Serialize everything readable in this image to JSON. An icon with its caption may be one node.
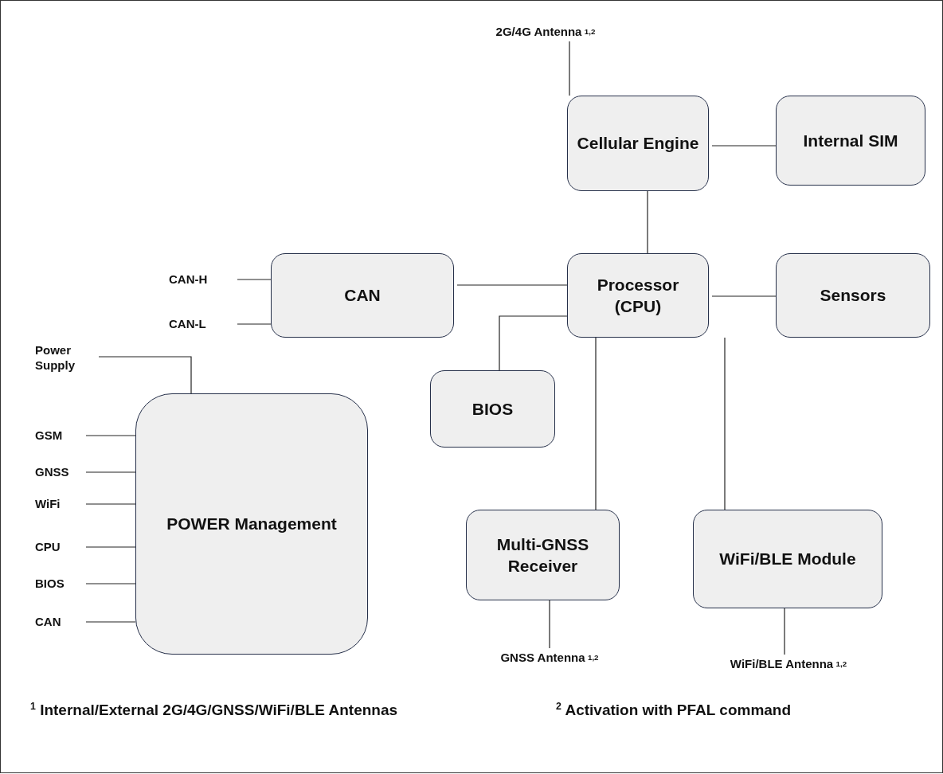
{
  "diagram": {
    "nodes": [
      {
        "text": [
          "2G/4G Antenna $^{1,2}$"
        ]
      },
      {
        "text": [
          "Cellular Engine"
        ]
      },
      {
        "text": [
          "Internal SIM"
        ]
      },
      {
        "text": [
          "CAN-H"
        ]
      },
      {
        "text": [
          "CAN-L"
        ]
      },
      {
        "text": [
          "CAN"
        ]
      },
      {
        "text": [
          "Processor (CPU)"
        ]
      },
      {
        "text": [
          "Sensors"
        ]
      },
      {
        "text": [
          "BIOS"
        ]
      },
      {
        "text": [
          "Power Supply"
        ]
      },
      {
        "text": [
          "POWER Management"
        ]
      },
      {
        "text": [
          "GSM"
        ]
      },
      {
        "text": [
          "GNSS"
        ]
      },
      {
        "text": [
          "WiFi"
        ]
      },
      {
        "text": [
          "CPU"
        ]
      },
      {
        "text": [
          "BIOS"
        ]
      },
      {
        "text": [
          "CAN"
        ]
      },
      {
        "text": [
          "Multi-GNSS Receiver"
        ]
      },
      {
        "text": [
          "WiFi/BLE Module"
        ]
      },
      {
        "text": [
          "GNSS Antenna $^{1,2}$"
        ]
      },
      {
        "text": [
          "WiFi/BLE Antenna $^{1,2}$"
        ]
      }
    ],
    "edges": [
      {
        "from": 0,
        "to": 1,
        "arrow": "none"
      },
      {
        "from": 1,
        "to": 2,
        "arrow": "none"
      },
      {
        "from": 1,
        "to": 6,
        "arrow": "none"
      },
      {
        "from": 3,
        "to": 5,
        "arrow": "none"
      },
      {
        "from": 4,
        "to": 5,
        "arrow": "none"
      },
      {
        "from": 5,
        "to": 6,
        "arrow": "none"
      },
      {
        "from": 6,
        "to": 7,
        "arrow": "none"
      },
      {
        "from": 6,
        "to": 8,
        "arrow": "none"
      },
      {
        "from": 6,
        "to": 17,
        "arrow": "none"
      },
      {
        "from": 6,
        "to": 18,
        "arrow": "none"
      },
      {
        "from": 9,
        "to": 10,
        "arrow": "none"
      },
      {
        "from": 11,
        "to": 10,
        "arrow": "none"
      },
      {
        "from": 12,
        "to": 10,
        "arrow": "none"
      },
      {
        "from": 13,
        "to": 10,
        "arrow": "none"
      },
      {
        "from": 14,
        "to": 10,
        "arrow": "none"
      },
      {
        "from": 15,
        "to": 10,
        "arrow": "none"
      },
      {
        "from": 16,
        "to": 10,
        "arrow": "none"
      },
      {
        "from": 17,
        "to": 19,
        "arrow": "none"
      },
      {
        "from": 18,
        "to": 20,
        "arrow": "none"
      }
    ],
    "labels": [
      "$^{1}$ Internal/External 2G/4G/GNSS/WiFi/BLE Antennas",
      "$^{2}$ Activation with PFAL command"
    ]
  }
}
